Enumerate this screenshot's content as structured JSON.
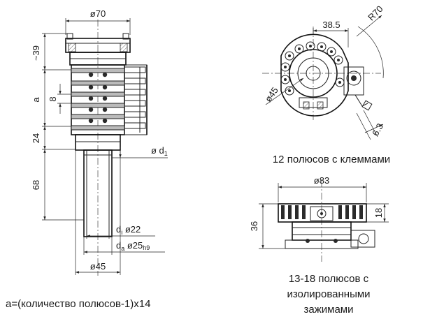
{
  "dims": {
    "left": {
      "top_dia": "ø70",
      "h_top": "~39",
      "a": "a",
      "h_ring": "8",
      "h_24": "24",
      "h_68": "68",
      "d1": "ø d",
      "d1_sub": "1",
      "di": "d",
      "di_sub": "i",
      "di_val": " ø22",
      "da": "d",
      "da_sub": "a",
      "da_val": " ø25",
      "da_tol": "h9",
      "bottom_dia": "ø45"
    },
    "top_right": {
      "w_38_5": "38.5",
      "r70": "R70",
      "d45": "ø45",
      "w_6_3": "6.3"
    },
    "bottom_right": {
      "d83": "ø83",
      "h36": "36",
      "h18": "18"
    }
  },
  "captions": {
    "formula": "a=(количество полюсов-1)x14",
    "variant12": "12 полюсов с клеммами",
    "variant13_18_l1": "13-18 полюсов с",
    "variant13_18_l2": "изолированными",
    "variant13_18_l3": "зажимами"
  }
}
